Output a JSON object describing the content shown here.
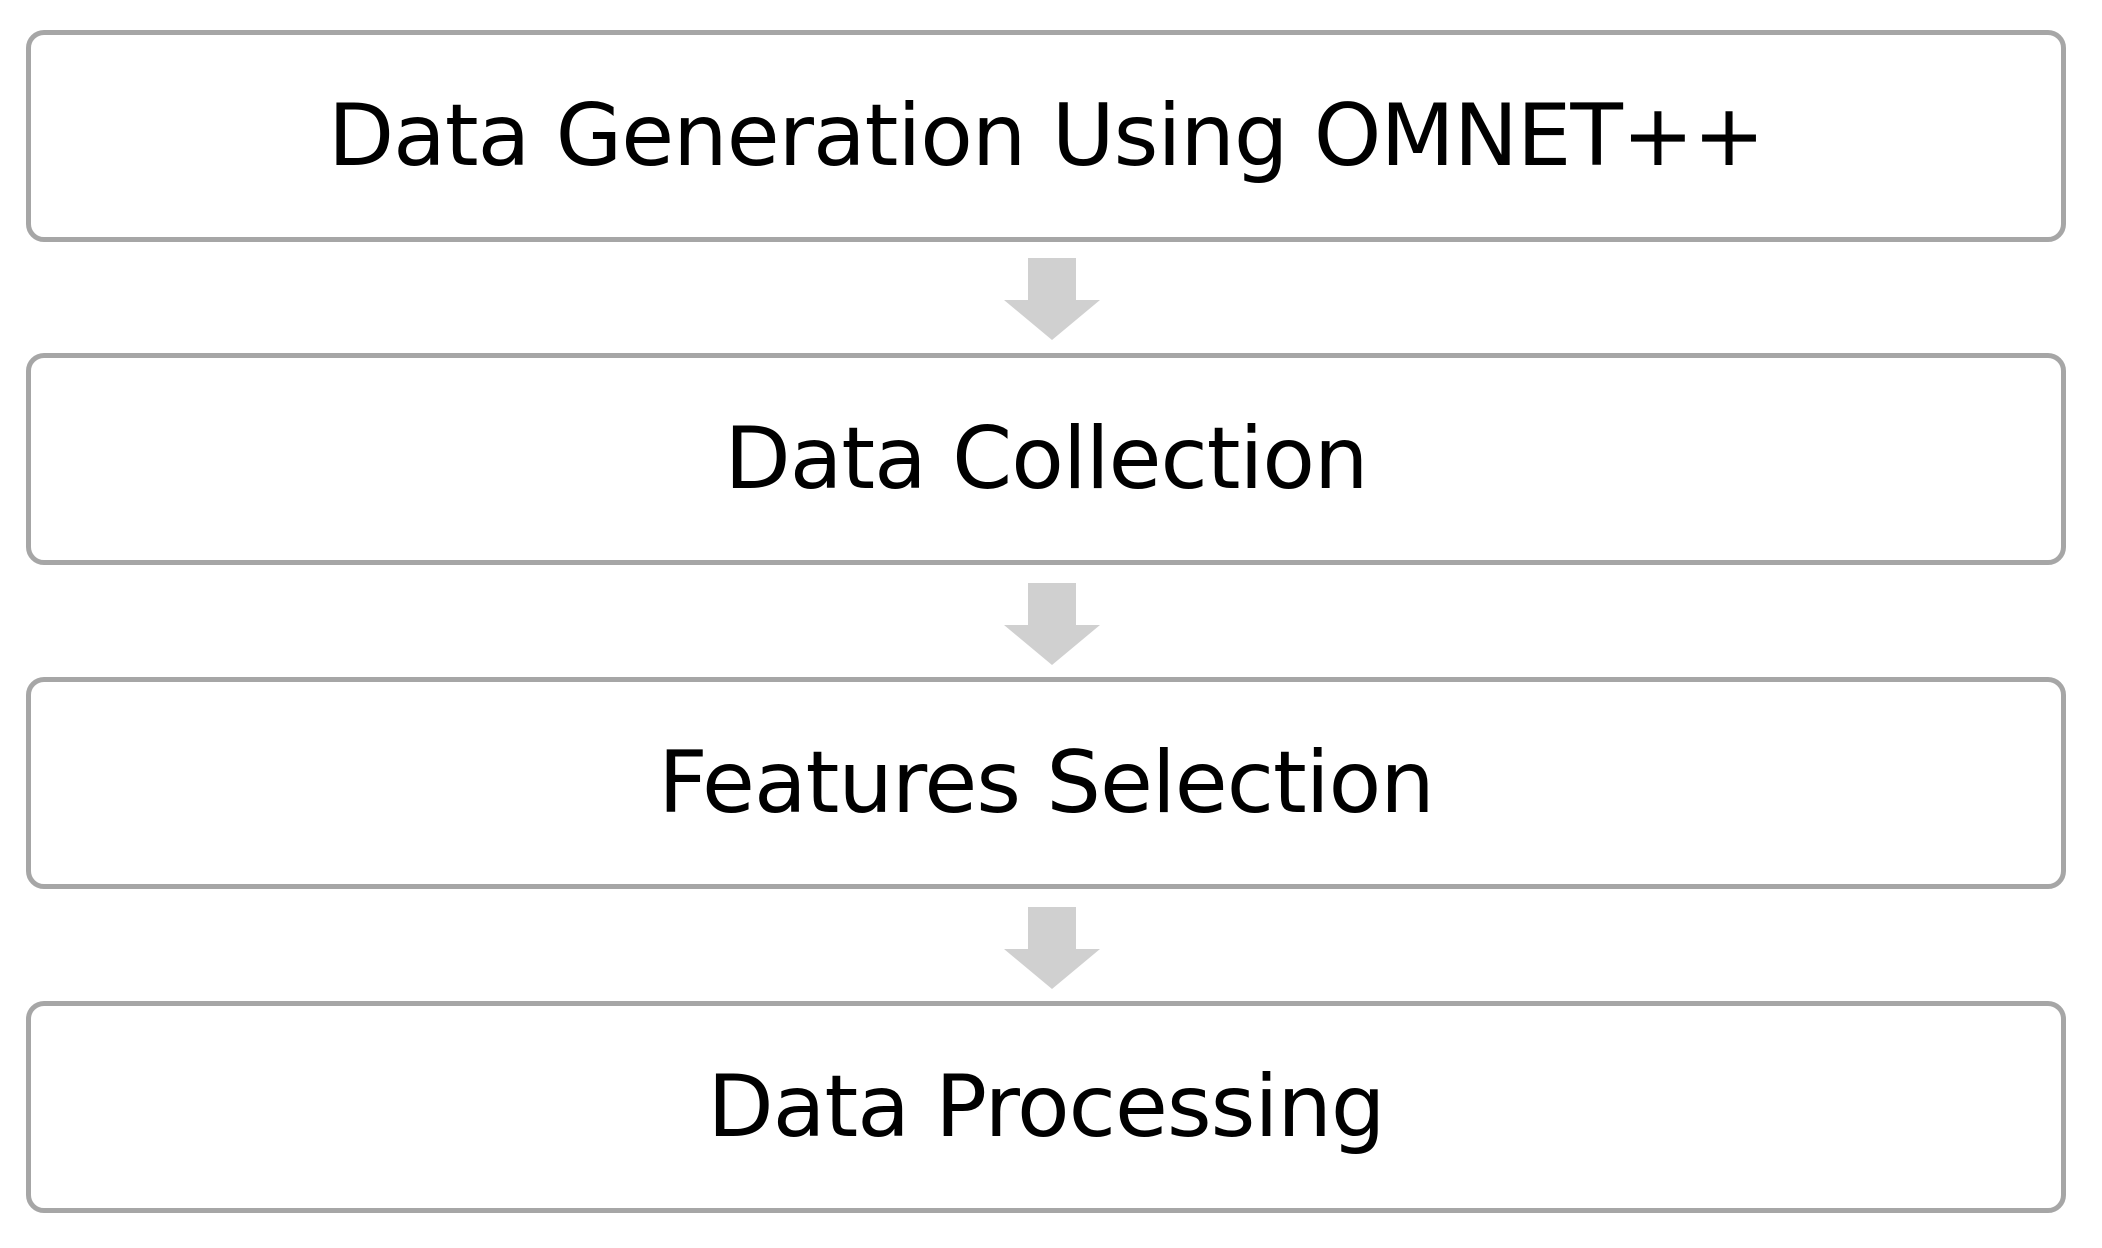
{
  "diagram": {
    "steps": [
      {
        "label": "Data Generation Using OMNET++"
      },
      {
        "label": "Data Collection"
      },
      {
        "label": "Features Selection"
      },
      {
        "label": "Data Processing"
      }
    ],
    "colors": {
      "box_border": "#a6a6a6",
      "arrow_fill": "#d0d0d0",
      "text": "#000000"
    }
  }
}
